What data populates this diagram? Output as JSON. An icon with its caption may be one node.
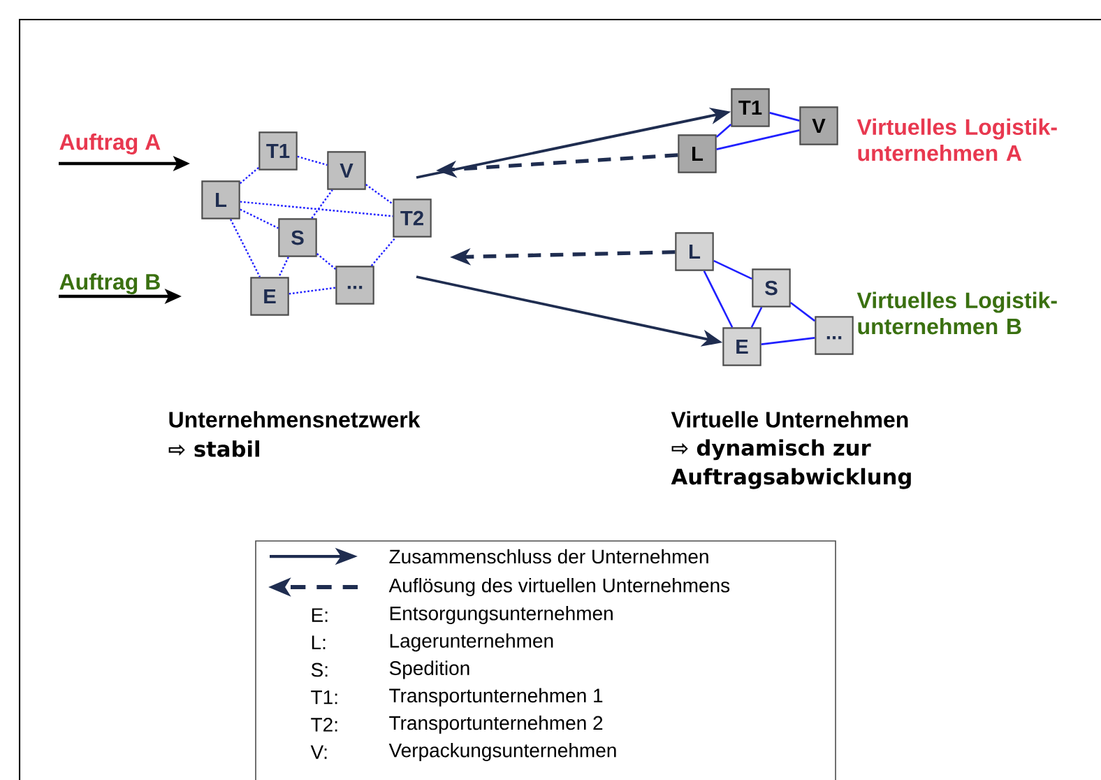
{
  "diagram": {
    "nodes": [
      {
        "text": [
          "T1"
        ]
      },
      {
        "text": [
          "V"
        ]
      },
      {
        "text": [
          "L"
        ]
      },
      {
        "text": [
          "T2"
        ]
      },
      {
        "text": [
          "S"
        ]
      },
      {
        "text": [
          "E"
        ]
      },
      {
        "text": [
          "..."
        ]
      },
      {
        "text": [
          "T1"
        ]
      },
      {
        "text": [
          "V"
        ]
      },
      {
        "text": [
          "L"
        ]
      },
      {
        "text": [
          "L"
        ]
      },
      {
        "text": [
          "S"
        ]
      },
      {
        "text": [
          "E"
        ]
      },
      {
        "text": [
          "..."
        ]
      }
    ],
    "edges": [
      {
        "from": 2,
        "to": 0,
        "arrow": "none",
        "style": "dashed"
      },
      {
        "from": 0,
        "to": 1,
        "arrow": "none",
        "style": "dashed"
      },
      {
        "from": 1,
        "to": 3,
        "arrow": "none",
        "style": "dashed"
      },
      {
        "from": 2,
        "to": 3,
        "arrow": "none",
        "style": "dashed"
      },
      {
        "from": 2,
        "to": 4,
        "arrow": "none",
        "style": "dashed"
      },
      {
        "from": 4,
        "to": 1,
        "arrow": "none",
        "style": "dashed"
      },
      {
        "from": 2,
        "to": 5,
        "arrow": "none",
        "style": "dashed"
      },
      {
        "from": 4,
        "to": 5,
        "arrow": "none",
        "style": "dashed"
      },
      {
        "from": 4,
        "to": 6,
        "arrow": "none",
        "style": "dashed"
      },
      {
        "from": 5,
        "to": 6,
        "arrow": "none",
        "style": "dashed"
      },
      {
        "from": 6,
        "to": 3,
        "arrow": "none",
        "style": "dashed"
      },
      {
        "from": 9,
        "to": 7,
        "arrow": "none"
      },
      {
        "from": 7,
        "to": 8,
        "arrow": "none"
      },
      {
        "from": 9,
        "to": 8,
        "arrow": "none"
      },
      {
        "from": 10,
        "to": 11,
        "arrow": "none"
      },
      {
        "from": 10,
        "to": 12,
        "arrow": "none"
      },
      {
        "from": 11,
        "to": 12,
        "arrow": "none"
      },
      {
        "from": 11,
        "to": 13,
        "arrow": "none"
      },
      {
        "from": 12,
        "to": 13,
        "arrow": "none"
      },
      {
        "from": null,
        "to": 7,
        "arrow": "to",
        "color": "#1f2d50"
      },
      {
        "from": 9,
        "to": null,
        "arrow": "to",
        "style": "dashed",
        "color": "#1f2d50"
      },
      {
        "from": 10,
        "to": null,
        "arrow": "to",
        "style": "dashed",
        "color": "#1f2d50"
      },
      {
        "from": null,
        "to": 12,
        "arrow": "to",
        "color": "#1f2d50"
      }
    ],
    "labels": [
      "Auftrag A",
      "Virtuelles Logistik- unternehmen A",
      "Auftrag B",
      "Virtuelles Logistik- unternehmen B",
      "Unternehmensnetzwerk",
      "⇨ stabil",
      "Virtuelle Unternehmen",
      "⇨ dynamisch zur Auftragsabwicklung",
      "E:",
      "Entsorgungsunternehmen",
      "L:",
      "Lagerunternehmen",
      "S:",
      "Spedition",
      "T1:",
      "Transportunternehmen 1",
      "T2:",
      "Transportunternehmen 2",
      "V:",
      "Verpackungsunternehmen"
    ],
    "legend": [
      {
        "text": "Zusammenschluss der Unternehmen"
      },
      {
        "text": "Auflösung des virtuellen Unternehmens"
      }
    ]
  }
}
